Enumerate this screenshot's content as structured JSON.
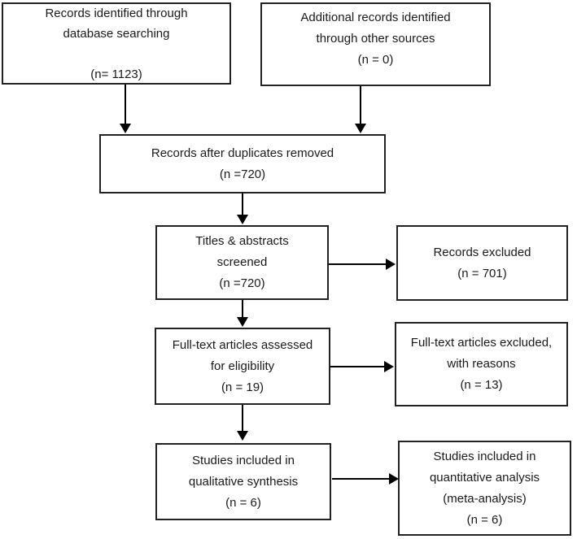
{
  "diagram": {
    "type": "prisma-flow-diagram",
    "colors": {
      "background": "#ffffff",
      "box_border": "#222222",
      "box_fill": "#ffffff",
      "arrow": "#000000",
      "text": "#1a1a1a"
    },
    "boxes": {
      "records_identified": {
        "text": "Records identified through\ndatabase searching\n\n(n= 1123)",
        "count": 1123
      },
      "additional_records": {
        "text": "Additional records identified\nthrough other sources\n(n = 0)",
        "count": 0
      },
      "duplicates_removed": {
        "text": "Records after duplicates removed\n(n =720)",
        "count": 720
      },
      "titles_screened": {
        "text": "Titles & abstracts\nscreened\n(n =720)",
        "count": 720
      },
      "records_excluded": {
        "text": "Records excluded\n(n = 701)",
        "count": 701
      },
      "fulltext_assessed": {
        "text": "Full-text articles assessed\nfor eligibility\n(n = 19)",
        "count": 19
      },
      "fulltext_excluded": {
        "text": "Full-text articles excluded,\nwith reasons\n(n = 13)",
        "count": 13
      },
      "qualitative_synthesis": {
        "text": "Studies included in\nqualitative synthesis\n(n = 6)",
        "count": 6
      },
      "quantitative_analysis": {
        "text": "Studies included in\nquantitative analysis\n(meta-analysis)\n(n = 6)",
        "count": 6
      }
    }
  }
}
